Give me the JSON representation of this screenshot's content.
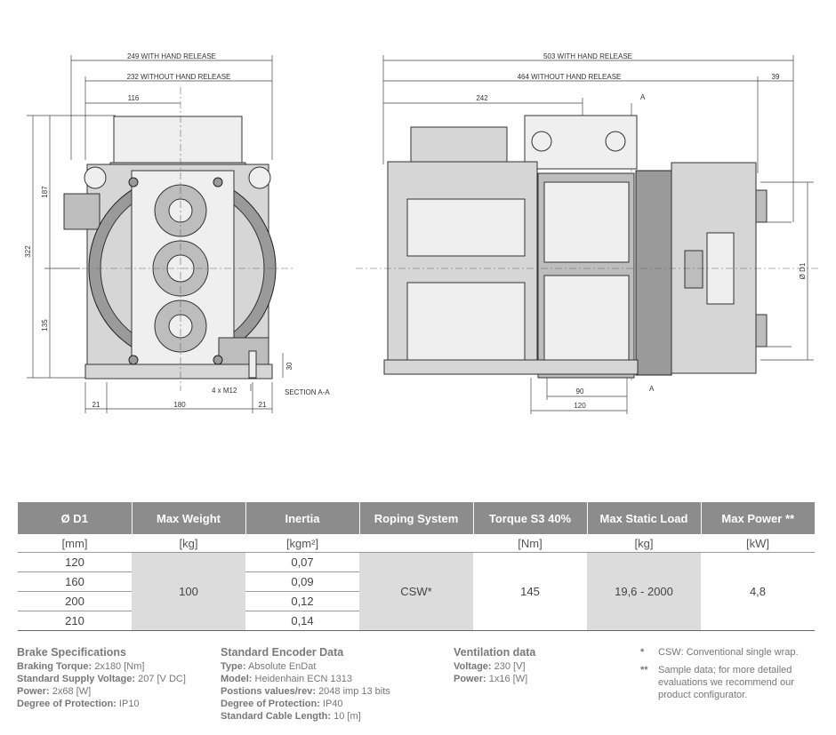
{
  "drawing": {
    "left_dims": {
      "overall_with_release": "249 WITH HAND RELEASE",
      "overall_without_release": "232 WITHOUT HAND RELEASE",
      "top_offset": "116",
      "height_total": "322",
      "height_upper": "187",
      "height_lower": "135",
      "base_height": "30",
      "bolts": "4 x M12",
      "bottom_left": "21",
      "bottom_mid": "180",
      "bottom_right": "21"
    },
    "section_label": "SECTION A-A",
    "right_dims": {
      "overall_with_release": "503 WITH HAND RELEASE",
      "overall_without_release": "464 WITHOUT HAND RELEASE",
      "release_extra": "39",
      "offset": "242",
      "section_mark_top": "A",
      "section_mark_bottom": "A",
      "diameter": "Ø D1",
      "pulley_inner": "90",
      "pulley_outer": "120"
    }
  },
  "table": {
    "headers": [
      "Ø D1",
      "Max Weight",
      "Inertia",
      "Roping System",
      "Torque S3 40%",
      "Max Static Load",
      "Max Power **"
    ],
    "units": [
      "[mm]",
      "[kg]",
      "[kgm²]",
      "",
      "[Nm]",
      "[kg]",
      "[kW]"
    ],
    "d1": [
      "120",
      "160",
      "200",
      "210"
    ],
    "inertia": [
      "0,07",
      "0,09",
      "0,12",
      "0,14"
    ],
    "max_weight": "100",
    "roping": "CSW*",
    "torque": "145",
    "static_load": "19,6 - 2000",
    "power": "4,8"
  },
  "brake": {
    "title": "Brake Specifications",
    "rows": [
      {
        "label": "Braking Torque:",
        "value": "2x180 [Nm]"
      },
      {
        "label": "Standard Supply Voltage:",
        "value": "207 [V DC]"
      },
      {
        "label": "Power:",
        "value": "2x68 [W]"
      },
      {
        "label": "Degree of Protection:",
        "value": "IP10"
      }
    ]
  },
  "encoder": {
    "title": "Standard Encoder Data",
    "rows": [
      {
        "label": "Type:",
        "value": "Absolute EnDat"
      },
      {
        "label": "Model:",
        "value": "Heidenhain ECN 1313"
      },
      {
        "label": "Postions values/rev:",
        "value": "2048 imp 13 bits"
      },
      {
        "label": "Degree of Protection:",
        "value": "IP40"
      },
      {
        "label": "Standard Cable Length:",
        "value": "10 [m]"
      }
    ]
  },
  "ventilation": {
    "title": "Ventilation data",
    "rows": [
      {
        "label": "Voltage:",
        "value": "230 [V]"
      },
      {
        "label": "Power:",
        "value": "1x16 [W]"
      }
    ]
  },
  "notes": [
    {
      "mark": "*",
      "text": "CSW: Conventional single wrap."
    },
    {
      "mark": "**",
      "text": "Sample data; for more detailed evaluations we recommend our product configurator."
    }
  ]
}
